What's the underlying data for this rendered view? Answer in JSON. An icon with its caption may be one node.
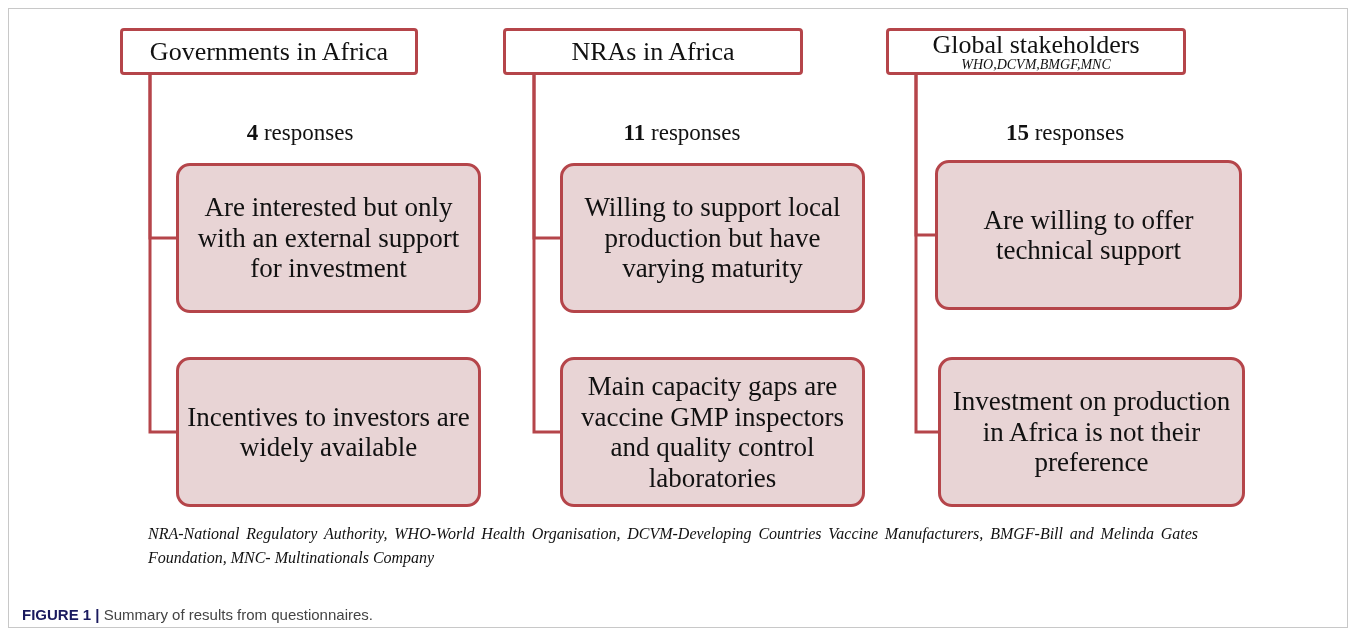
{
  "diagram": {
    "caption": "**FIGURE 1 |** Summary of results from questionnaires.",
    "nodes": [
      {
        "text": [
          "Governments in Africa"
        ]
      },
      {
        "text": [
          "NRAs in Africa"
        ]
      },
      {
        "text": [
          "Global stakeholders",
          "WHO,DCVM,BMGF,MNC"
        ]
      },
      {
        "text": [
          "Are interested but only with an external support for investment"
        ]
      },
      {
        "text": [
          "Incentives to investors are widely available"
        ]
      },
      {
        "text": [
          "Willing to support local production but have varying maturity"
        ]
      },
      {
        "text": [
          "Main capacity gaps are vaccine GMP inspectors and quality control laboratories"
        ]
      },
      {
        "text": [
          "Are willing to offer technical support"
        ]
      },
      {
        "text": [
          "Investment on production in Africa is not their preference"
        ]
      }
    ],
    "edges": [
      {
        "from": 0,
        "to": 3,
        "arrow": "none"
      },
      {
        "from": 0,
        "to": 4,
        "arrow": "none"
      },
      {
        "from": 1,
        "to": 5,
        "arrow": "none"
      },
      {
        "from": 1,
        "to": 6,
        "arrow": "none"
      },
      {
        "from": 2,
        "to": 7,
        "arrow": "none"
      },
      {
        "from": 2,
        "to": 8,
        "arrow": "none"
      }
    ],
    "labels": [
      "**4** responses",
      "**11** responses",
      "**15** responses",
      "NRA-National Regulatory Authority, WHO-World Health Organisation, DCVM-Developing Countries Vaccine Manufacturers, BMGF-Bill and Melinda Gates Foundation, MNC- Multinationals Company"
    ]
  }
}
